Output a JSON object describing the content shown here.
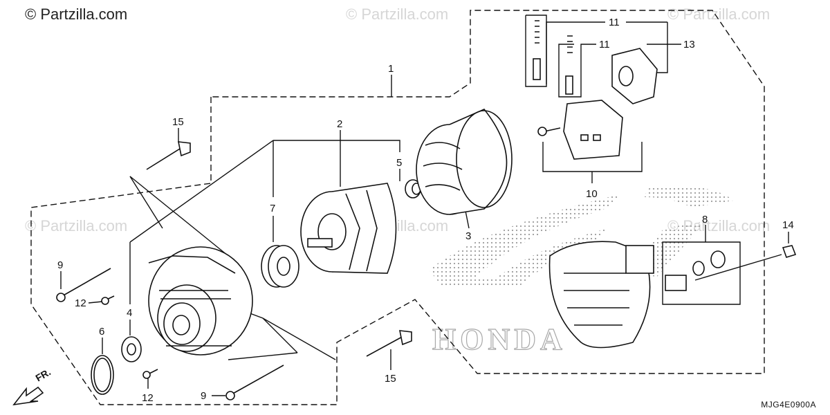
{
  "watermark": {
    "brand": "© Partzilla.com",
    "faint": "© Partzilla.com"
  },
  "diagram_code": "MJG4E0900A",
  "direction_label": "FR.",
  "logo_text": "HONDA",
  "callouts": {
    "c1": "1",
    "c2": "2",
    "c3": "3",
    "c4": "4",
    "c5": "5",
    "c6": "6",
    "c7": "7",
    "c8": "8",
    "c9a": "9",
    "c9b": "9",
    "c10": "10",
    "c11a": "11",
    "c11b": "11",
    "c12a": "12",
    "c12b": "12",
    "c13": "13",
    "c14": "14",
    "c15a": "15",
    "c15b": "15"
  }
}
